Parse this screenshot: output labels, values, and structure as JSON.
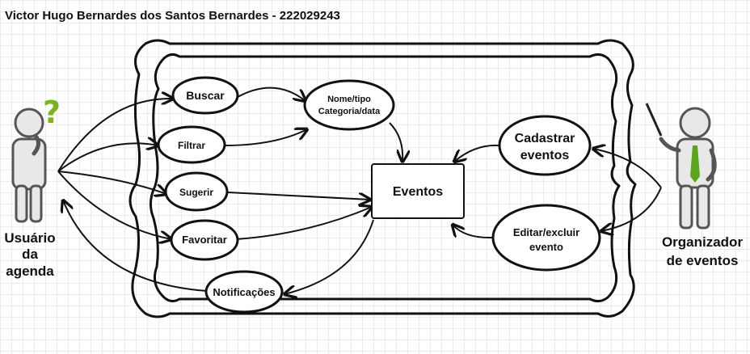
{
  "title": "Victor Hugo Bernardes dos Santos Bernardes - 222029243",
  "actors": {
    "user": {
      "lines": [
        "Usuário",
        "da",
        "agenda"
      ],
      "icon": "thinking-person-icon",
      "accent": "#7ab51d"
    },
    "organizer": {
      "lines": [
        "Organizador",
        "de eventos"
      ],
      "icon": "presenter-person-icon",
      "accent": "#5aa51a"
    }
  },
  "nodes": {
    "buscar": "Buscar",
    "filtrar": "Filtrar",
    "sugerir": "Sugerir",
    "favoritar": "Favoritar",
    "notificacoes": "Notificações",
    "nome_tipo": [
      "Nome/tipo",
      "Categoria/data"
    ],
    "eventos": "Eventos",
    "cadastrar": [
      "Cadastrar",
      "eventos"
    ],
    "editar": [
      "Editar/excluir",
      "evento"
    ]
  }
}
